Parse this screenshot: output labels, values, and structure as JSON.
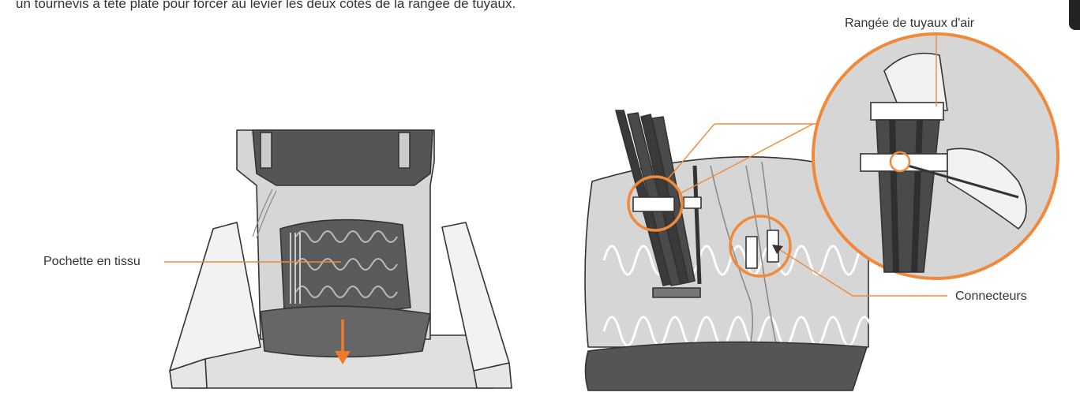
{
  "instruction_text": "un tournevis à tête plate pour forcer au levier les deux côtés de la rangée de tuyaux.",
  "labels": {
    "fabric_pouch": "Pochette en tissu",
    "air_hose_row": "Rangée de tuyaux d'air",
    "connectors": "Connecteurs"
  },
  "colors": {
    "callout_orange": "#f08a3a",
    "arrow_orange": "#f07a2a",
    "fabric_dark": "#555555",
    "panel_grey": "#d6d6d6",
    "outline": "#333333"
  }
}
